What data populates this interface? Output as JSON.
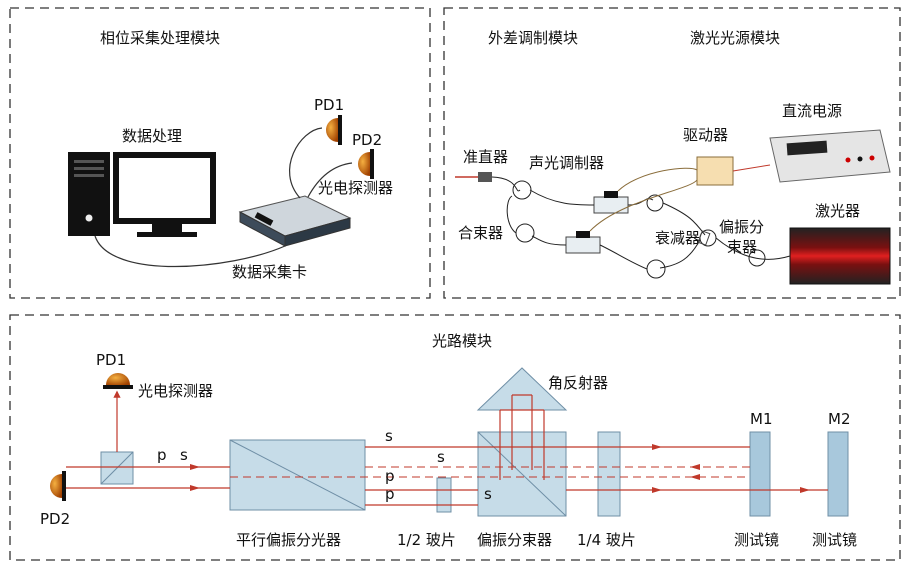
{
  "modules": {
    "phase": "相位采集处理模块",
    "heterodyne": "外差调制模块",
    "laser_source": "激光光源模块",
    "optical_path": "光路模块"
  },
  "top_left": {
    "data_processing": "数据处理",
    "pd1": "PD1",
    "pd2": "PD2",
    "photodetector": "光电探测器",
    "daq_card": "数据采集卡"
  },
  "top_right": {
    "collimator": "准直器",
    "aom": "声光调制器",
    "driver": "驱动器",
    "dc_power": "直流电源",
    "combiner": "合束器",
    "attenuator": "衰减器",
    "pbs_line1": "偏振分",
    "pbs_line2": "束器",
    "laser": "激光器"
  },
  "bottom": {
    "pd1": "PD1",
    "photodetector": "光电探测器",
    "pd2": "PD2",
    "corner_reflector": "角反射器",
    "parallel_splitter": "平行偏振分光器",
    "half_wave": "1/2 玻片",
    "pbs": "偏振分束器",
    "quarter_wave": "1/4 玻片",
    "m1": "M1",
    "m2": "M2",
    "test_mirror_1": "测试镜",
    "test_mirror_2": "测试镜",
    "pol_p": "p",
    "pol_s": "s"
  },
  "colors": {
    "beam": "#c0392b",
    "optic_fill": "#b7d4e3",
    "optic_stroke": "#6f8fa6",
    "detector": "#d35400",
    "box_border": "#333333"
  }
}
